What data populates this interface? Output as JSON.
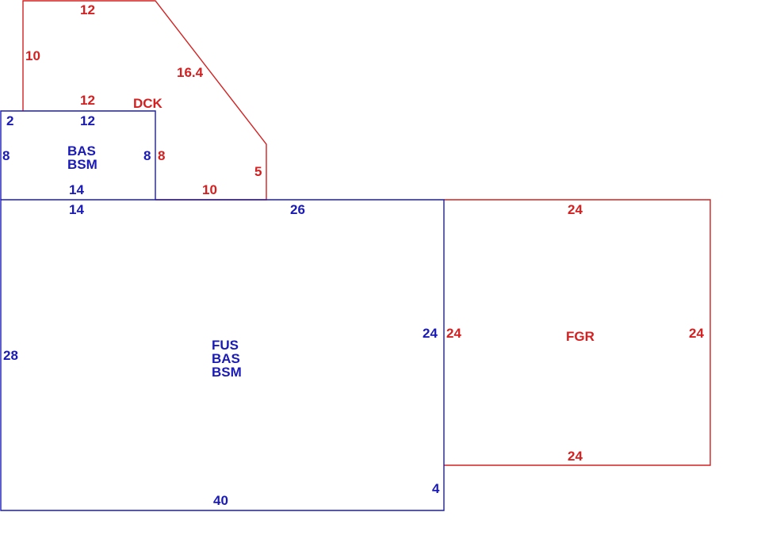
{
  "colors": {
    "living": "#1a1ab8",
    "other": "#d42020"
  },
  "areas": {
    "bas_bsm": {
      "codes": [
        "BAS",
        "BSM"
      ]
    },
    "fus_bas_bsm": {
      "codes": [
        "FUS",
        "BAS",
        "BSM"
      ]
    },
    "dck": {
      "code": "DCK"
    },
    "fgr": {
      "code": "FGR"
    }
  },
  "dimensions": {
    "dck_top": "12",
    "dck_left": "10",
    "dck_diagonal": "16.4",
    "dck_inner_top": "12",
    "dck_left_inner": "8",
    "dck_right": "5",
    "dck_bottom": "10",
    "bas_step": "2",
    "bas_top": "12",
    "bas_left": "8",
    "bas_right": "8",
    "bas_bottom": "14",
    "fus_top_left": "14",
    "fus_top": "26",
    "fus_left": "28",
    "fus_right": "24",
    "fus_right_step": "4",
    "fus_bottom": "40",
    "fgr_top": "24",
    "fgr_left": "24",
    "fgr_right": "24",
    "fgr_bottom": "24"
  }
}
